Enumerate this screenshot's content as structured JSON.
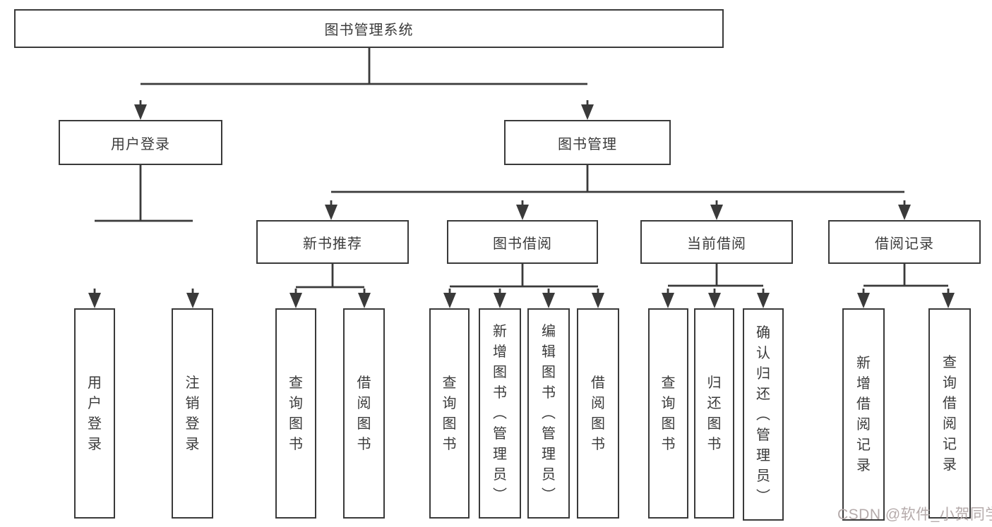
{
  "title": "图书管理系统",
  "watermark": "CSDN @软件_小贺同学",
  "colors": {
    "line": "#3a3a3a",
    "text": "#3b3b3b",
    "background": "#ffffff",
    "watermark": "#b5abab"
  },
  "nodes": {
    "root": {
      "label": "图书管理系统"
    },
    "user_login": {
      "label": "用户登录"
    },
    "book_mgmt": {
      "label": "图书管理"
    },
    "new_book_rec": {
      "label": "新书推荐"
    },
    "book_borrow": {
      "label": "图书借阅"
    },
    "current_borrow": {
      "label": "当前借阅"
    },
    "borrow_records": {
      "label": "借阅记录"
    },
    "leaves": {
      "user_login": {
        "label": "用户登录"
      },
      "logout": {
        "label": "注销登录"
      },
      "rec_query": {
        "label": "查询图书"
      },
      "rec_borrow": {
        "label": "借阅图书"
      },
      "borrow_query": {
        "label": "查询图书"
      },
      "borrow_add": {
        "label": "新增图书（管理员）"
      },
      "borrow_edit": {
        "label": "编辑图书（管理员）"
      },
      "borrow_borrow": {
        "label": "借阅图书"
      },
      "cur_query": {
        "label": "查询图书"
      },
      "cur_return": {
        "label": "归还图书"
      },
      "cur_confirm": {
        "label": "确认归还（管理员）"
      },
      "record_add": {
        "label": "新增借阅记录"
      },
      "record_query": {
        "label": "查询借阅记录"
      }
    }
  },
  "tree": {
    "图书管理系统": {
      "用户登录": [
        "用户登录",
        "注销登录"
      ],
      "图书管理": {
        "新书推荐": [
          "查询图书",
          "借阅图书"
        ],
        "图书借阅": [
          "查询图书",
          "新增图书（管理员）",
          "编辑图书（管理员）",
          "借阅图书"
        ],
        "当前借阅": [
          "查询图书",
          "归还图书",
          "确认归还（管理员）"
        ],
        "借阅记录": [
          "新增借阅记录",
          "查询借阅记录"
        ]
      }
    }
  }
}
